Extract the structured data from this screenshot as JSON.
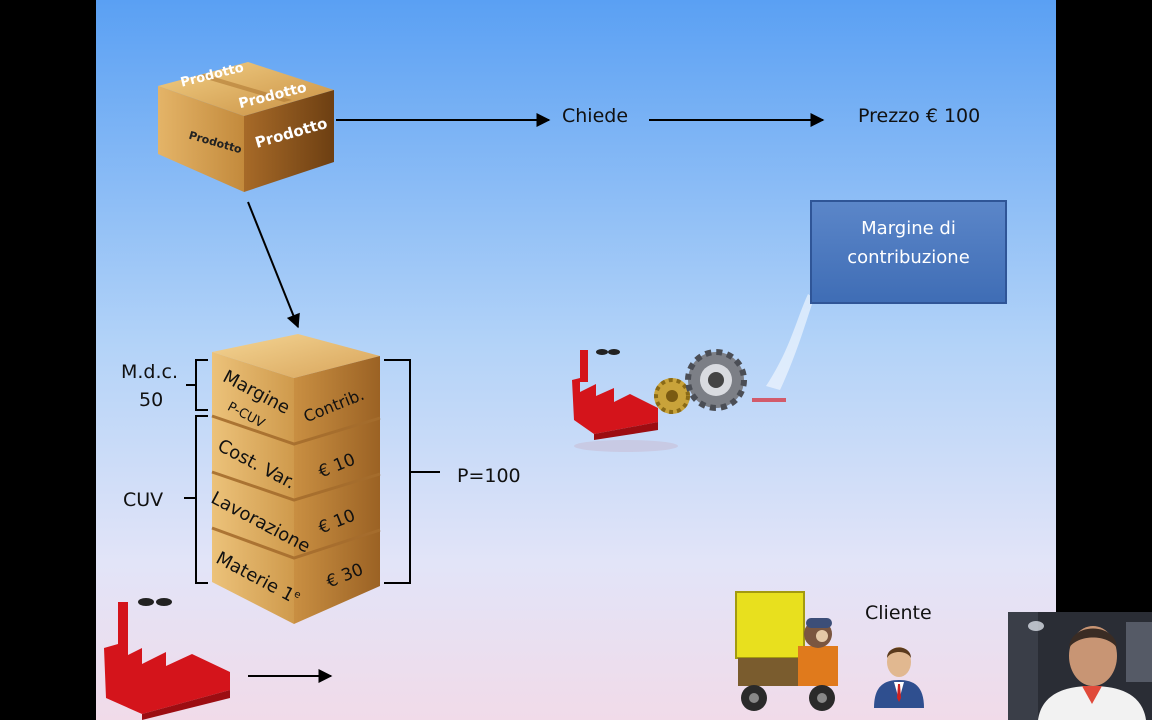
{
  "top_box": {
    "labels": [
      "Prodotto",
      "Prodotto",
      "Prodotto",
      "Prodotto"
    ]
  },
  "flow": {
    "chiede": "Chiede",
    "prezzo": "Prezzo € 100"
  },
  "margin_box": {
    "line1": "Margine di",
    "line2": "contribuzione"
  },
  "stack": {
    "mdc_label_line1": "M.d.c.",
    "mdc_label_line2": "50",
    "cuv_label": "CUV",
    "price_label": "P=100",
    "layers": [
      {
        "left": "Margine",
        "left_sub": "P-CUV",
        "right": "Contrib."
      },
      {
        "left": "Cost. Var.",
        "right": "€ 10"
      },
      {
        "left": "Lavorazione",
        "right": "€ 10"
      },
      {
        "left": "Materie 1",
        "left_sup": "e",
        "right": "€ 30"
      }
    ]
  },
  "cliente": "Cliente",
  "colors": {
    "box_light": "#e8b86a",
    "box_dark": "#7a4a18",
    "factory_red": "#d4141b",
    "margin_box_fill": "#4a78c0"
  }
}
